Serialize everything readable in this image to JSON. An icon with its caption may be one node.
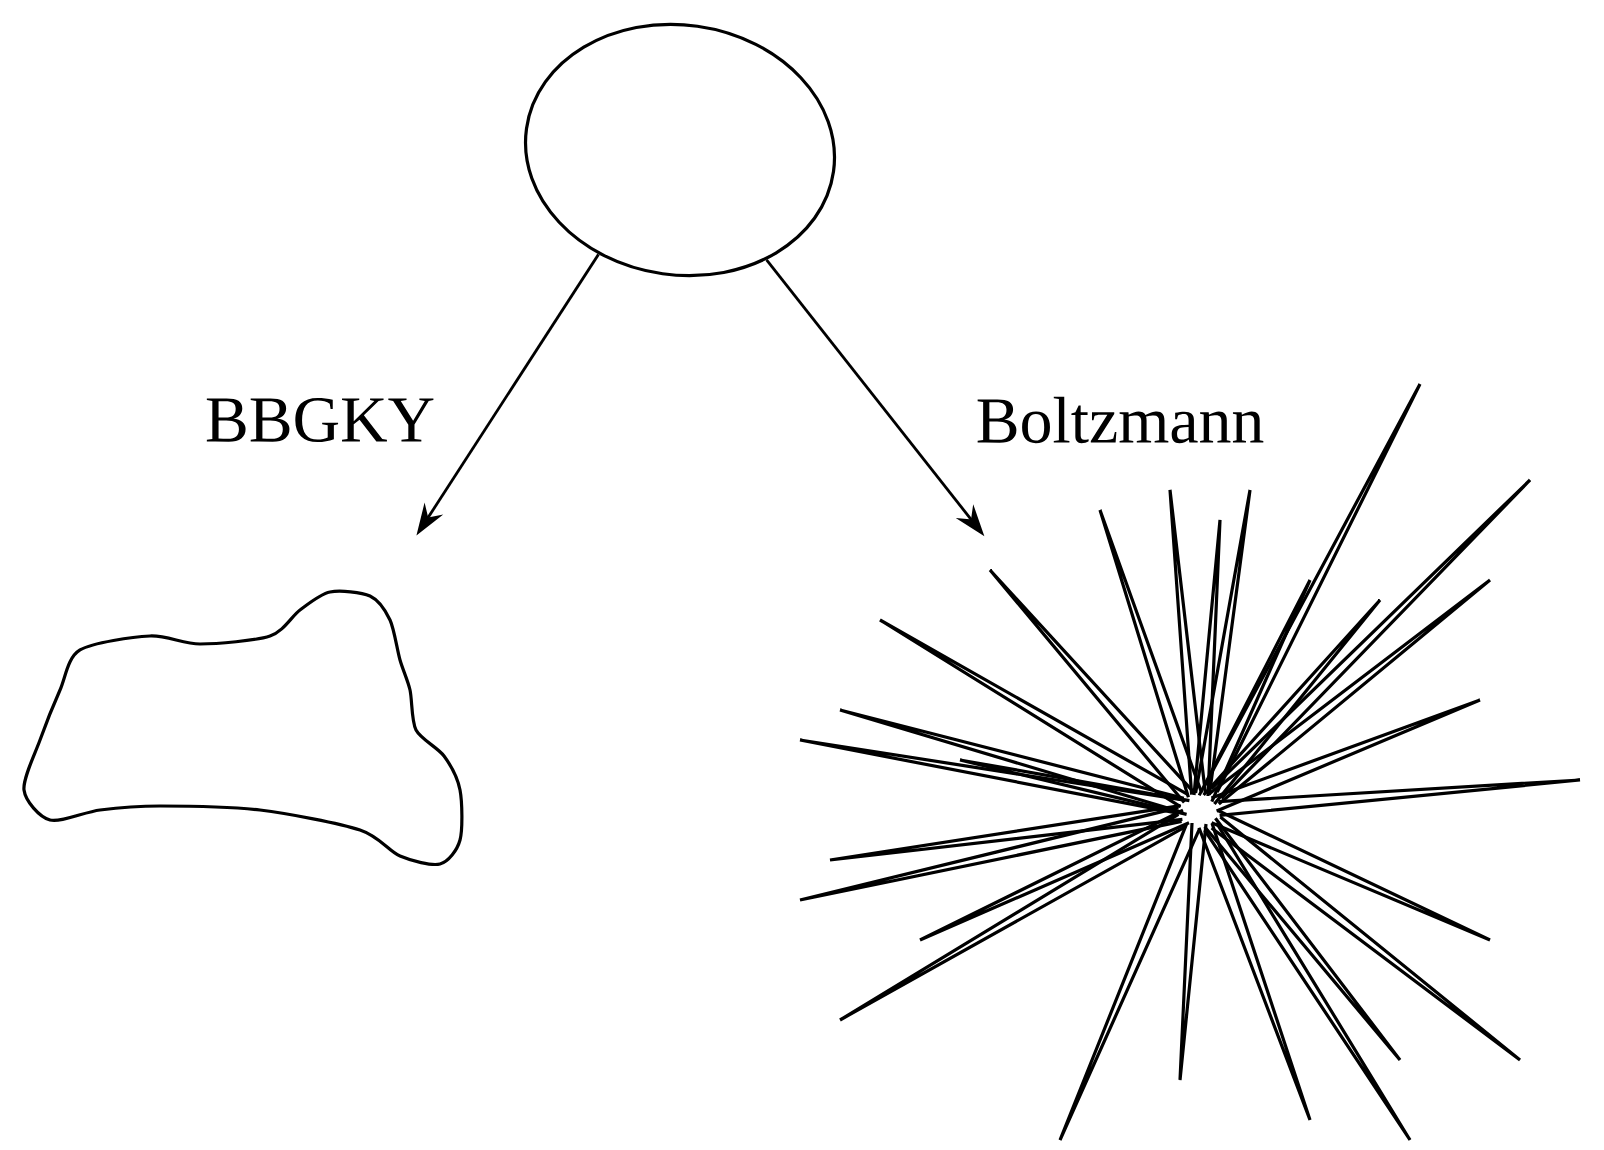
{
  "diagram": {
    "nodes": [
      {
        "text": [],
        "shape": "circle"
      },
      {
        "text": [],
        "shape": "blob"
      },
      {
        "text": [],
        "shape": "star"
      }
    ],
    "edges": [
      {
        "from": 0,
        "to": 1,
        "arrow": "to",
        "label": "BBGKY"
      },
      {
        "from": 0,
        "to": 2,
        "arrow": "to",
        "label": "Boltzmann"
      }
    ]
  }
}
